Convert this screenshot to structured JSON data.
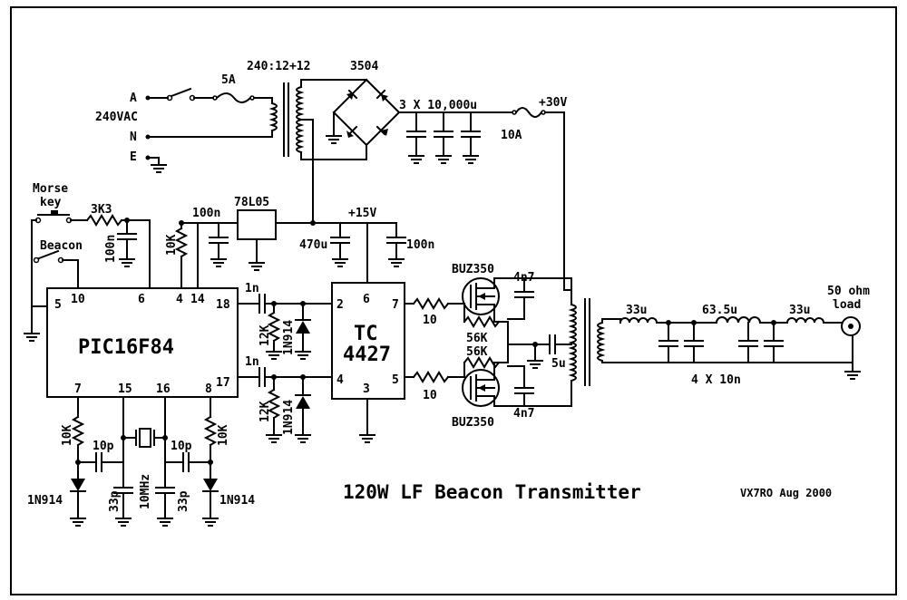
{
  "title": "120W LF Beacon Transmitter",
  "signature": "VX7RO Aug 2000",
  "mains": {
    "a": "A",
    "voltage": "240VAC",
    "n": "N",
    "e": "E",
    "fuse": "5A"
  },
  "transformer": "240:12+12",
  "bridge": "3504",
  "reservoir_caps": "3 X 10,000u",
  "fuse_30v": "10A",
  "rail_30v": "+30V",
  "regulator": "78L05",
  "rail_15v": "+15V",
  "caps": {
    "reg_in": "100n",
    "c470": "470u",
    "c100n_15v": "100n",
    "key_cap": "100n"
  },
  "morse": {
    "line1": "Morse",
    "line2": "key",
    "resistor": "3K3",
    "beacon": "Beacon"
  },
  "pullup": "10K",
  "mcu": {
    "name": "PIC16F84",
    "pins": {
      "p5": "5",
      "p10": "10",
      "p6": "6",
      "p4": "4",
      "p14": "14",
      "p18": "18",
      "p17": "17",
      "p7": "7",
      "p15": "15",
      "p16": "16",
      "p8": "8"
    }
  },
  "crystal_section": {
    "r_left": "10K",
    "c_left": "10p",
    "c_33_left": "33p",
    "xtal": "10MHz",
    "c_right": "10p",
    "c_33_right": "33p",
    "r_right": "10K",
    "diode_left": "1N914",
    "diode_right": "1N914"
  },
  "driver": {
    "name_line1": "TC",
    "name_line2": "4427",
    "pins": {
      "p2": "2",
      "p6": "6",
      "p7": "7",
      "p4": "4",
      "p3": "3",
      "p5": "5"
    },
    "c_top": "1n",
    "c_bot": "1n",
    "r_top": "12K",
    "r_bot": "12K",
    "d_top": "1N914",
    "d_bot": "1N914",
    "gate_r_top": "10",
    "gate_r_bot": "10"
  },
  "mosfets": {
    "top": "BUZ350",
    "bottom": "BUZ350",
    "snub_top": "4n7",
    "snub_bot": "4n7",
    "r_top": "56K",
    "r_bot": "56K"
  },
  "output": {
    "c_5u": "5u",
    "l1": "33u",
    "l2": "63.5u",
    "l3": "33u",
    "caps": "4 X 10n",
    "load_line1": "50 ohm",
    "load_line2": "load"
  }
}
